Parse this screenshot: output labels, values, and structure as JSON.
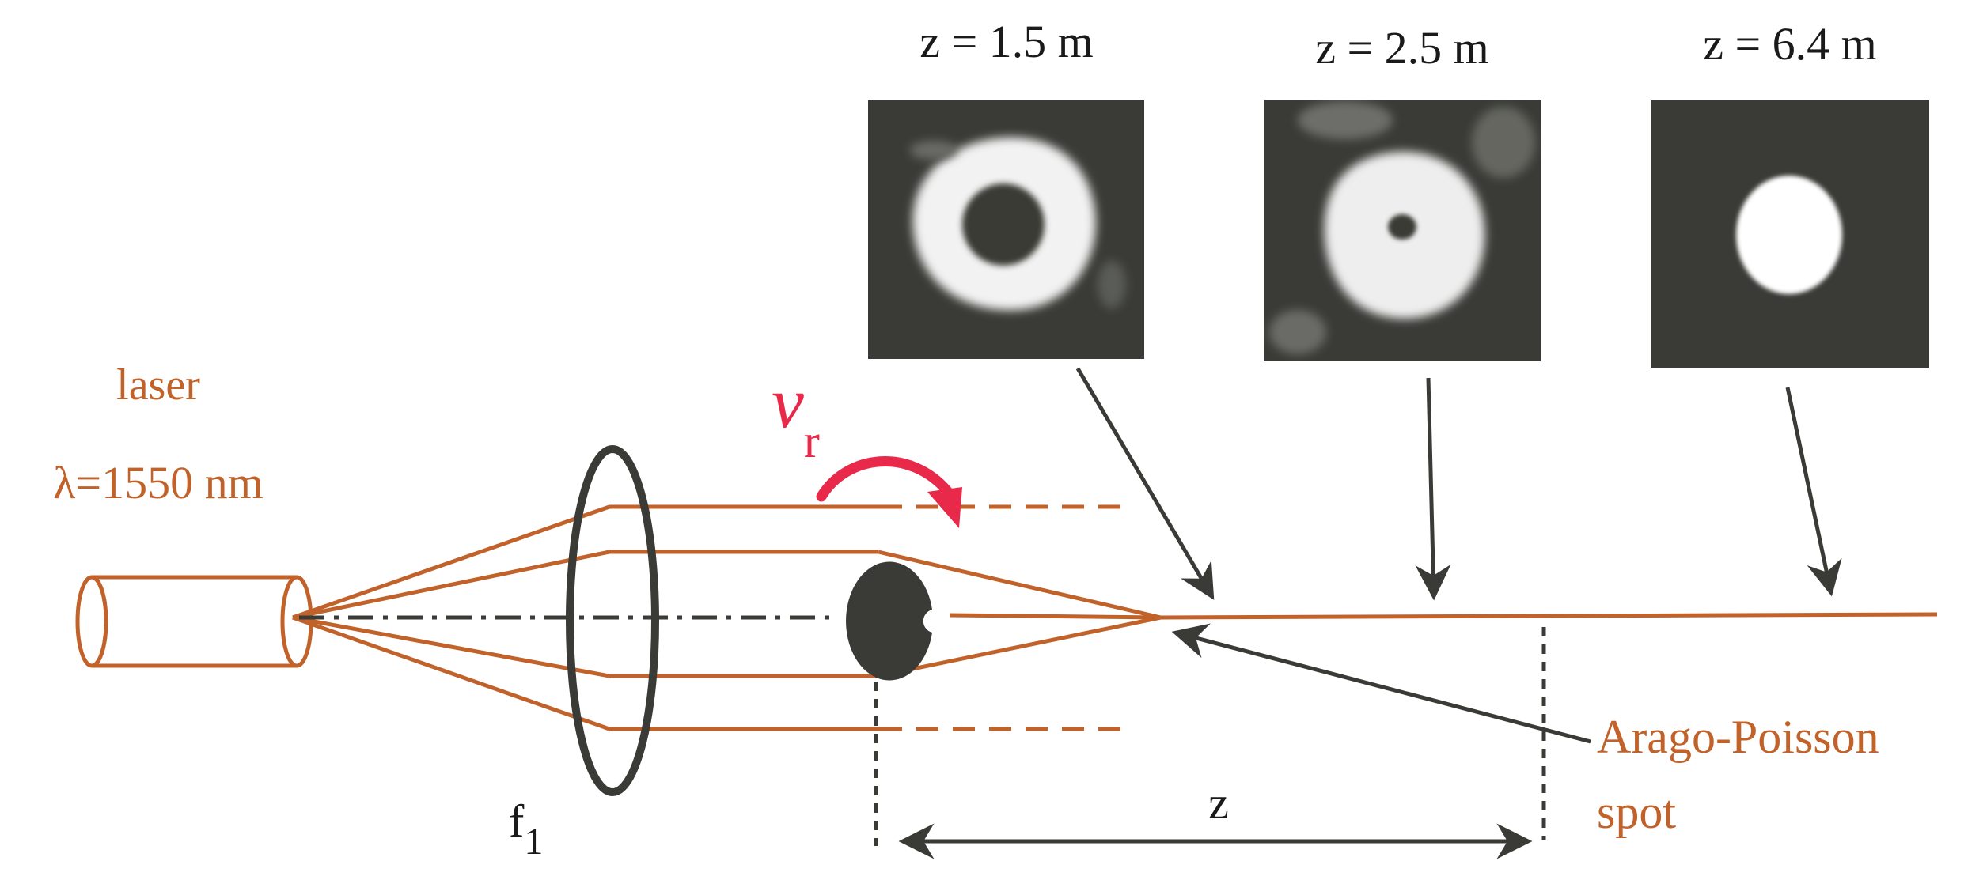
{
  "labels": {
    "laser": "laser",
    "wavelength": "λ=1550 nm",
    "lens": "f",
    "lens_sub": "1",
    "rotation": "v",
    "rotation_sub": "r",
    "distance": "z",
    "spot_line1": "Arago-Poisson",
    "spot_line2": "spot"
  },
  "panels": [
    {
      "label": "z = 1.5 m"
    },
    {
      "label": "z = 2.5 m"
    },
    {
      "label": "z = 6.4 m"
    }
  ],
  "colors": {
    "beam": "#c0622a",
    "dark": "#3a3b36",
    "rotation": "#e8294a",
    "text": "#1a1a1a"
  }
}
